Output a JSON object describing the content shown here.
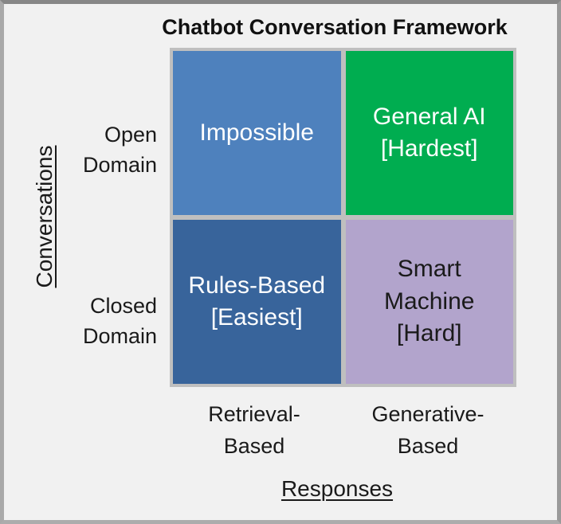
{
  "title": "Chatbot Conversation Framework",
  "axes": {
    "y_label": "Conversations",
    "x_label": "Responses",
    "rows": [
      {
        "label": "Open\nDomain"
      },
      {
        "label": "Closed\nDomain"
      }
    ],
    "columns": [
      {
        "label": "Retrieval-\nBased"
      },
      {
        "label": "Generative-\nBased"
      }
    ]
  },
  "quadrants": [
    {
      "id": "open-retrieval",
      "label": "Impossible",
      "color": "#4E81BD",
      "text_color": "#FFFFFF"
    },
    {
      "id": "open-generative",
      "label": "General AI\n[Hardest]",
      "color": "#00AD50",
      "text_color": "#FFFFFF"
    },
    {
      "id": "closed-retrieval",
      "label": "Rules-Based\n[Easiest]",
      "color": "#38649B",
      "text_color": "#FFFFFF"
    },
    {
      "id": "closed-generative",
      "label": "Smart\nMachine\n[Hard]",
      "color": "#B2A4CC",
      "text_color": "#1A1A1A"
    }
  ],
  "colors": {
    "canvas_background": "#F1F1F1",
    "grid_lines": "#BFBFBF",
    "frame_border": "#9A9A9A",
    "title_text": "#111111"
  }
}
